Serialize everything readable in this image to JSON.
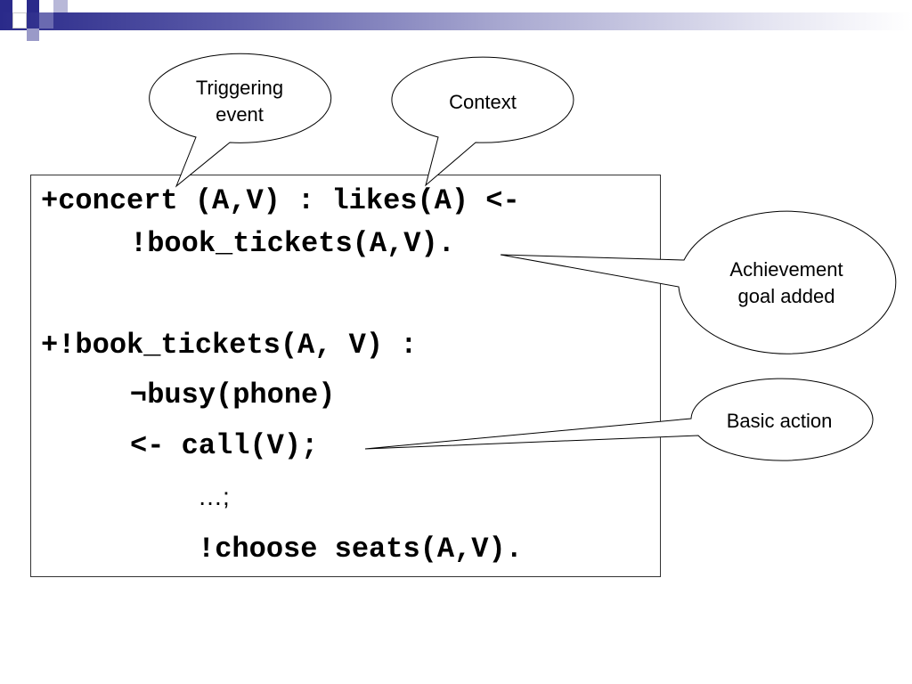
{
  "code": {
    "line1": "+concert (A,V) : likes(A) <-",
    "line2": "!book_tickets(A,V).",
    "line3": "+!book_tickets(A, V) :",
    "line4": "¬busy(phone)",
    "line5": "<- call(V);",
    "line6": "…;",
    "line7": "!choose seats(A,V)."
  },
  "callouts": {
    "triggering_line1": "Triggering",
    "triggering_line2": "event",
    "context": "Context",
    "achievement_line1": "Achievement",
    "achievement_line2": "goal added",
    "basic_action": "Basic action"
  },
  "colors": {
    "header_dark": "#2a2a8a",
    "header_light": "#e6e6f2"
  }
}
